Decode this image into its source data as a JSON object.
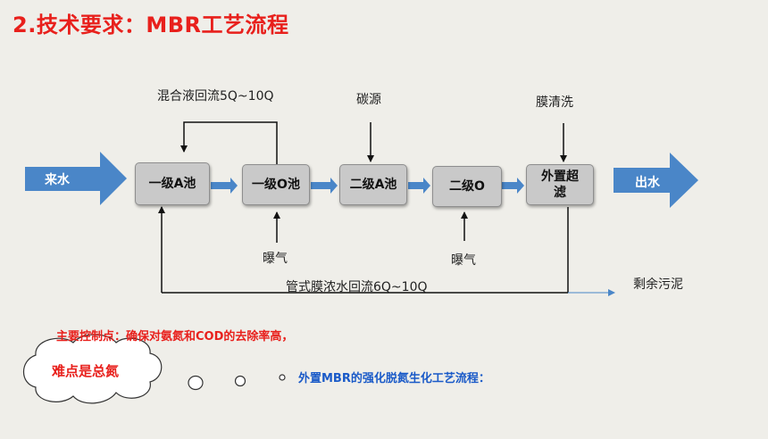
{
  "title": "2.技术要求：MBR工艺流程",
  "flow": {
    "inlet": "来水",
    "outlet": "出水",
    "boxes": [
      "一级A池",
      "一级O池",
      "二级A池",
      "二级O",
      "外置超滤"
    ]
  },
  "labels": {
    "recycle_top": "混合液回流5Q~10Q",
    "carbon_source": "碳源",
    "membrane_cleaning": "膜清洗",
    "aeration_1": "曝气",
    "aeration_2": "曝气",
    "recycle_bottom": "管式膜浓水回流6Q~10Q",
    "excess_sludge": "剩余污泥"
  },
  "notes": {
    "control_point": "主要控制点：确保对氨氮和COD的去除率高，",
    "difficulty": "难点是总氮",
    "thought": "外置MBR的强化脱氮生化工艺流程："
  },
  "colors": {
    "title": "#e8201c",
    "flow_arrow": "#4a86c8",
    "box_fill": "#c9c9c9",
    "control_text": "#e8201c",
    "difficulty_text": "#e8201c",
    "thought_text": "#1a5ac8"
  }
}
